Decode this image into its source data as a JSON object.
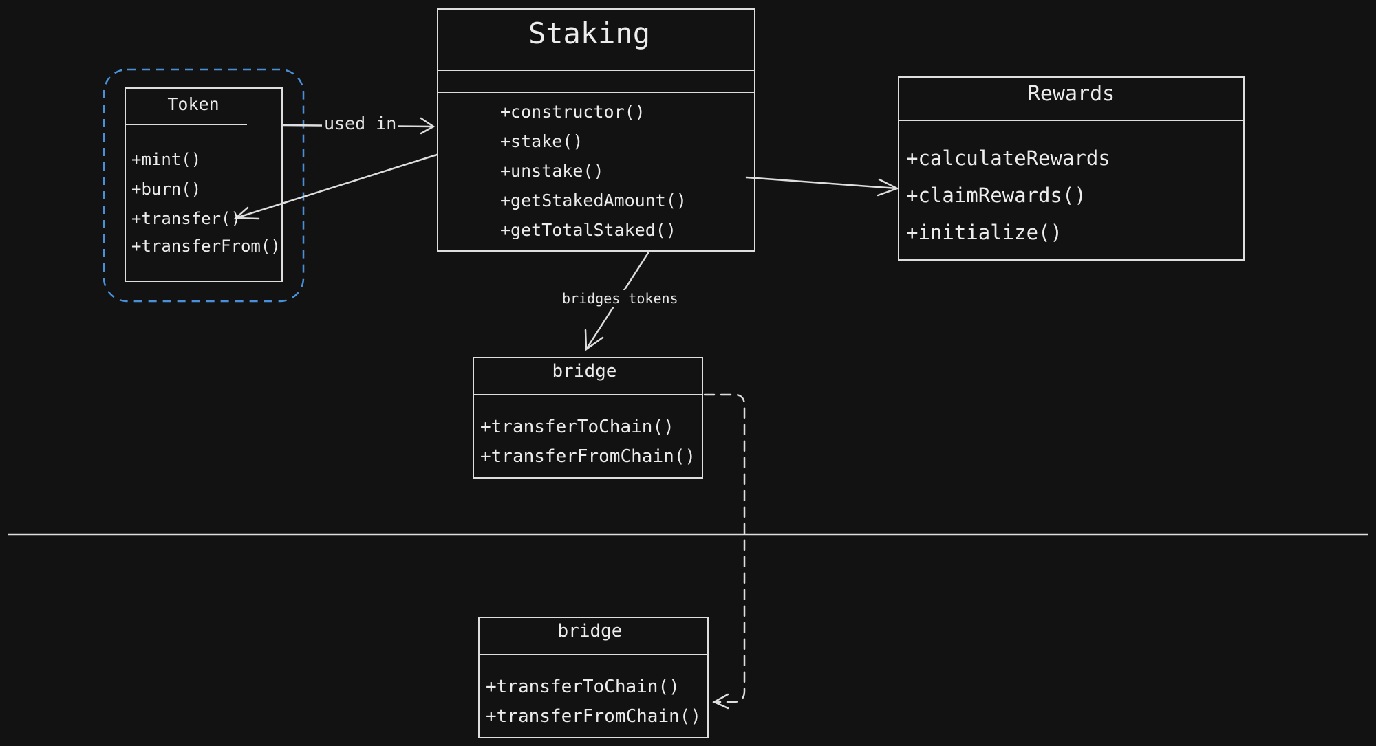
{
  "colors": {
    "background": "#121212",
    "stroke": "#dedede",
    "text": "#ececec",
    "group_outline": "#4a90d9"
  },
  "classes": {
    "token": {
      "name": "Token",
      "methods": [
        "+mint()",
        "+burn()",
        "+transfer()",
        "+transferFrom()"
      ]
    },
    "staking": {
      "name": "Staking",
      "methods": [
        "+constructor()",
        "+stake()",
        "+unstake()",
        "+getStakedAmount()",
        "+getTotalStaked()"
      ]
    },
    "rewards": {
      "name": "Rewards",
      "methods": [
        "+calculateRewards",
        "+claimRewards()",
        "+initialize()"
      ]
    },
    "bridge_top": {
      "name": "bridge",
      "methods": [
        "+transferToChain()",
        "+transferFromChain()"
      ]
    },
    "bridge_bottom": {
      "name": "bridge",
      "methods": [
        "+transferToChain()",
        "+transferFromChain()"
      ]
    }
  },
  "connections": {
    "token_to_staking": "used in",
    "staking_to_bridge": "bridges tokens"
  }
}
